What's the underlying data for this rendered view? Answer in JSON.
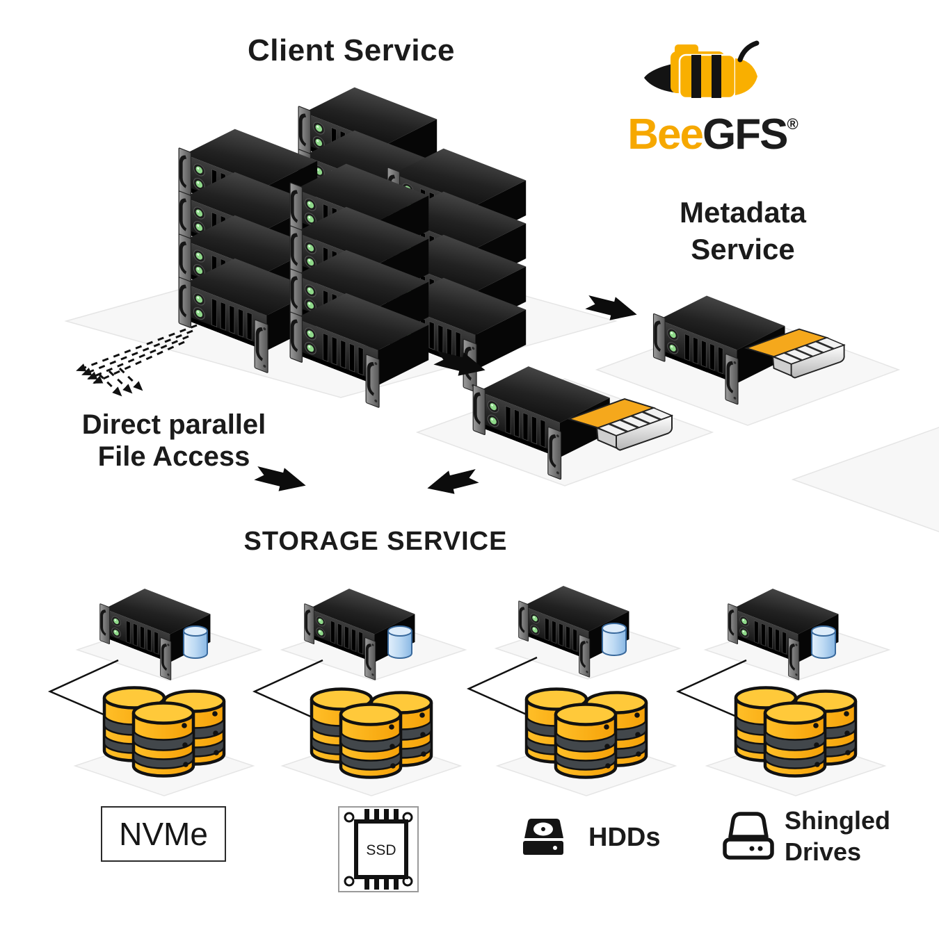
{
  "brand": {
    "bee": "Bee",
    "gfs": "GFS",
    "reg": "®"
  },
  "labels": {
    "client": "Client Service",
    "metadata": "Metadata\nService",
    "direct_access": "Direct parallel\nFile Access",
    "storage": "STORAGE SERVICE"
  },
  "legend": {
    "nvme": "NVMe",
    "ssd": "SSD",
    "hdds": "HDDs",
    "shingled": "Shingled\nDrives"
  },
  "colors": {
    "brand_yellow": "#F6A800",
    "disk_yellow": "#FBB117",
    "disk_band": "#42474B",
    "ink": "#1B1B1B",
    "led_green": "#8FD98A",
    "db_blue": "#A9CCEE",
    "tile_gray": "#F7F7F7"
  },
  "structure": {
    "client_servers": 14,
    "metadata_servers": 2,
    "storage_nodes": 4,
    "disks_per_node": 3
  }
}
